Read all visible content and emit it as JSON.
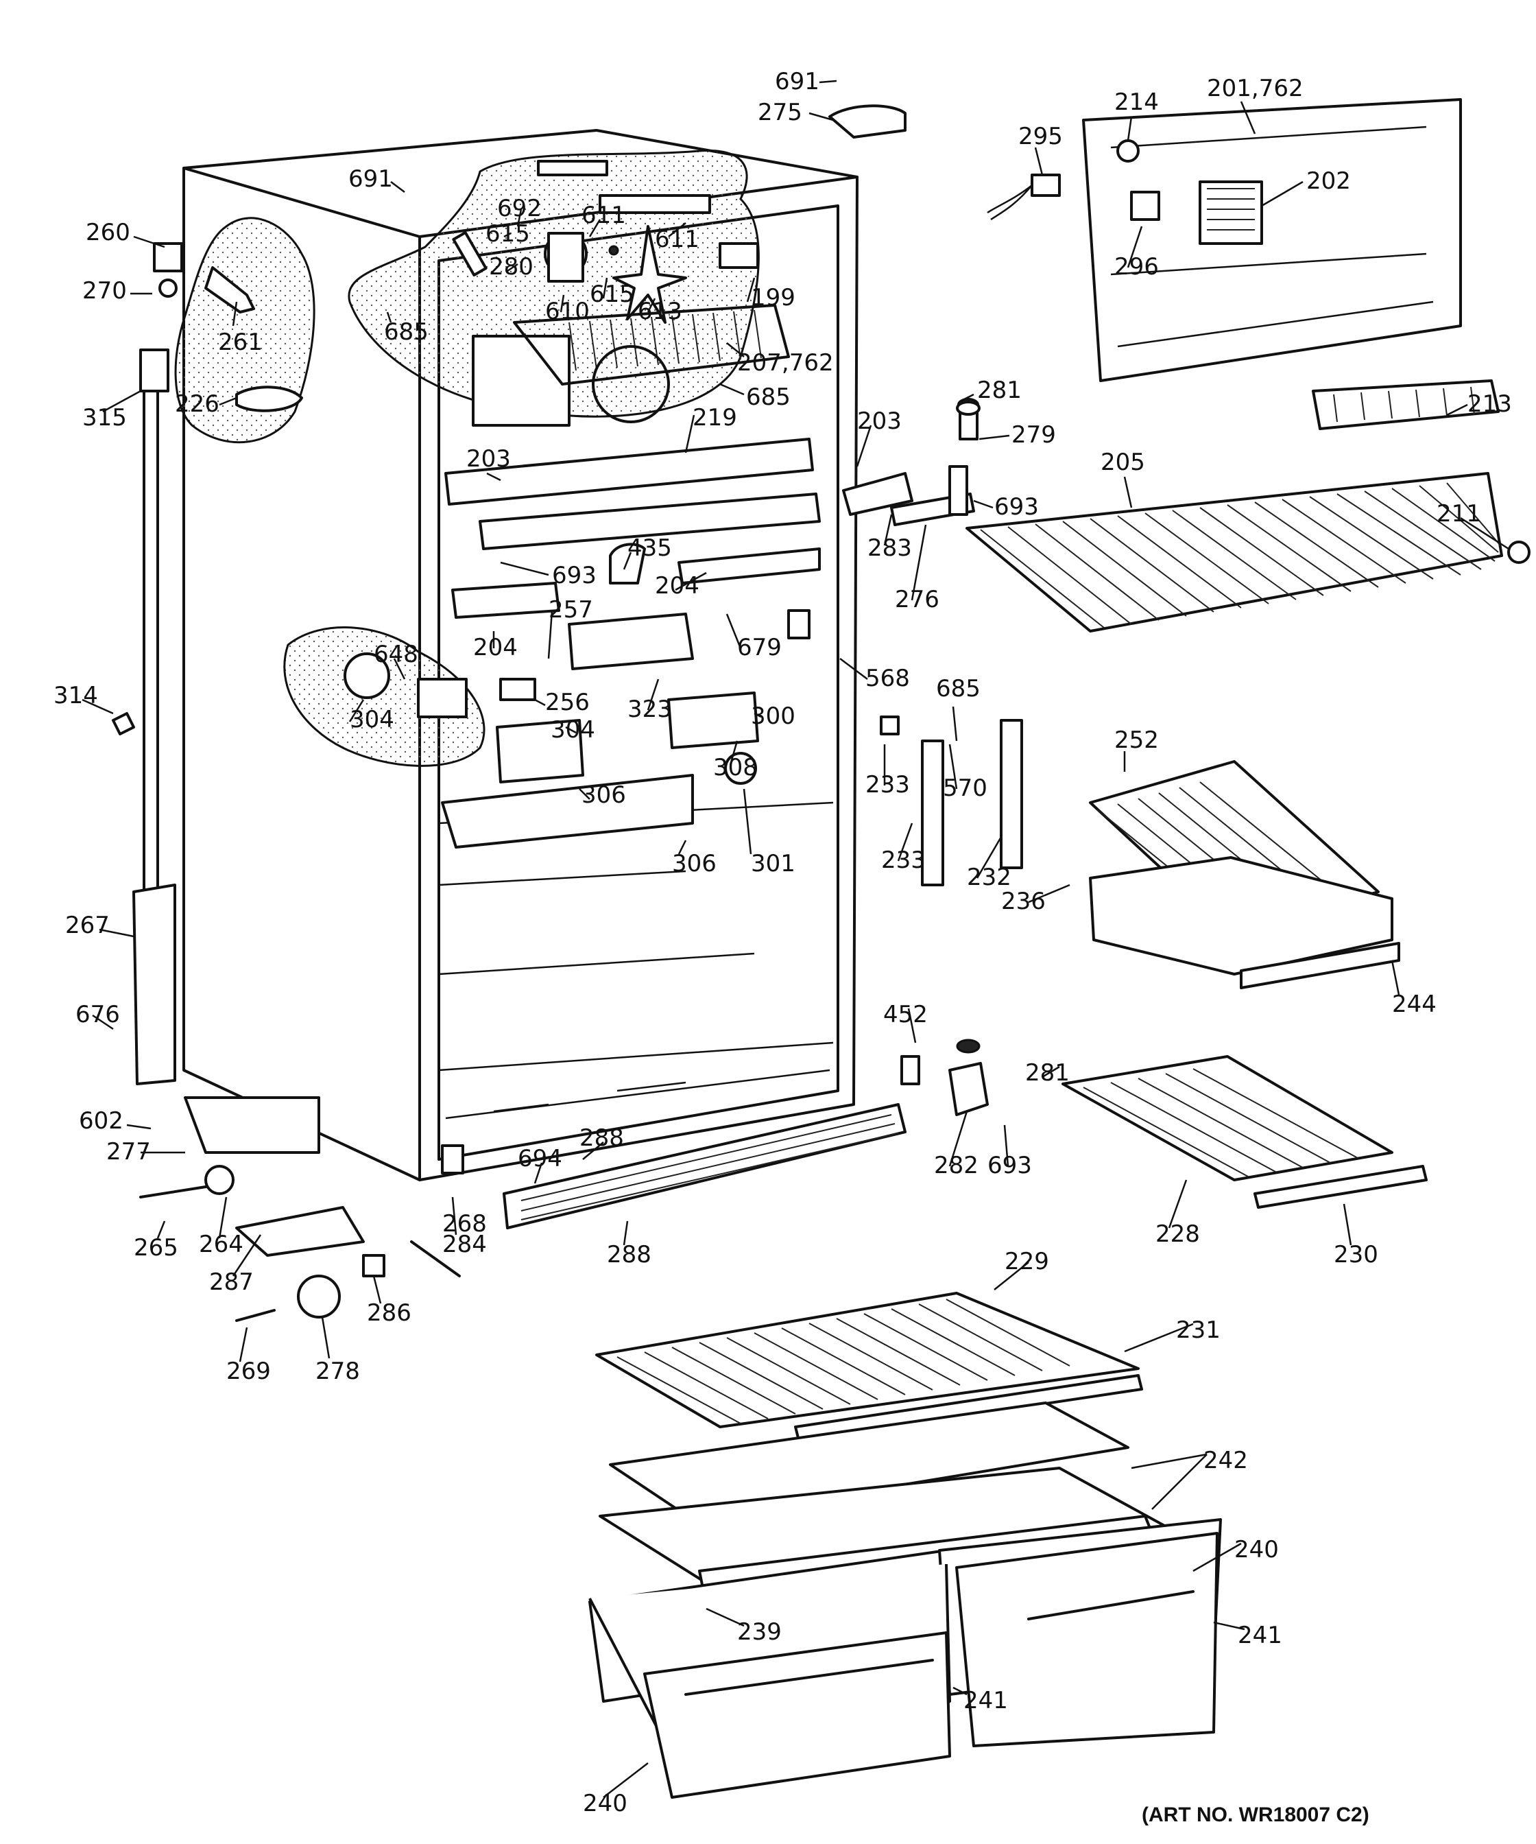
{
  "diagram": {
    "art_number": "(ART NO. WR18007 C2)",
    "callouts": [
      "691",
      "275",
      "214",
      "201,762",
      "295",
      "691",
      "692",
      "611",
      "611",
      "202",
      "260",
      "615",
      "270",
      "280",
      "615",
      "199",
      "296",
      "261",
      "610",
      "613",
      "685",
      "207,762",
      "315",
      "226",
      "685",
      "281",
      "213",
      "203",
      "279",
      "219",
      "203",
      "205",
      "693",
      "283",
      "211",
      "435",
      "693",
      "204",
      "276",
      "257",
      "204",
      "679",
      "648",
      "568",
      "314",
      "256",
      "304",
      "323",
      "685",
      "300",
      "304",
      "233",
      "308",
      "252",
      "570",
      "306",
      "233",
      "232",
      "306",
      "301",
      "236",
      "267",
      "244",
      "676",
      "452",
      "281",
      "602",
      "288",
      "277",
      "694",
      "282",
      "693",
      "228",
      "265",
      "264",
      "284",
      "268",
      "288",
      "230",
      "287",
      "229",
      "286",
      "231",
      "269",
      "278",
      "242",
      "240",
      "241",
      "239",
      "241",
      "240"
    ]
  }
}
